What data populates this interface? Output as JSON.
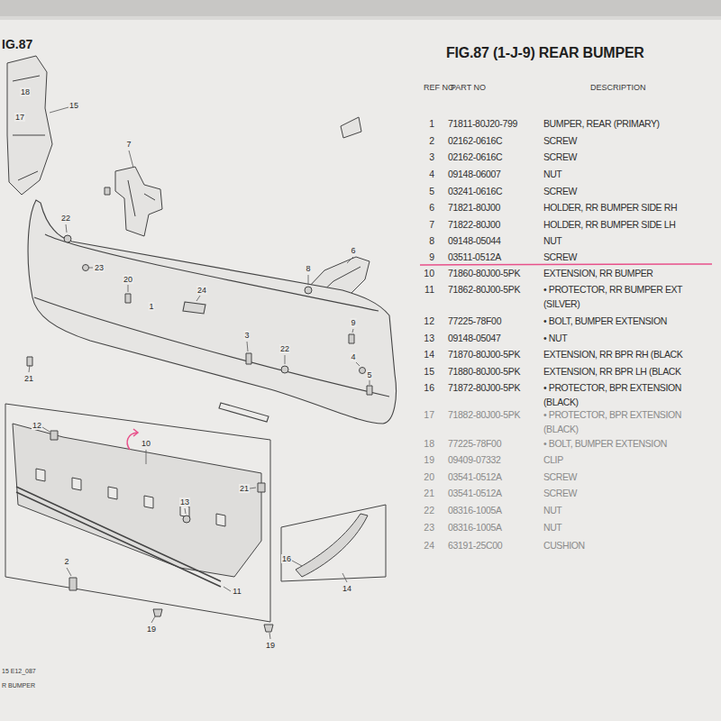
{
  "diagram": {
    "title": "FIG.87 (1-J-9) REAR BUMPER",
    "labels": [
      "IG.87",
      "REF NO",
      "PART NO",
      "DESCRIPTION",
      "1",
      "71811-80J20-799",
      "BUMPER, REAR (PRIMARY)",
      "2",
      "02162-0616C",
      "SCREW",
      "3",
      "02162-0616C",
      "SCREW",
      "4",
      "09148-06007",
      "NUT",
      "5",
      "03241-0616C",
      "SCREW",
      "6",
      "71821-80J00",
      "HOLDER, RR BUMPER SIDE RH",
      "7",
      "71822-80J00",
      "HOLDER, RR BUMPER SIDE LH",
      "8",
      "09148-05044",
      "NUT",
      "9",
      "03511-0512A",
      "SCREW",
      "10",
      "71860-80J00-5PK",
      "EXTENSION, RR BUMPER",
      "11",
      "71862-80J00-5PK",
      "• PROTECTOR, RR BUMPER EXT (SILVER)",
      "12",
      "77225-78F00",
      "• BOLT, BUMPER EXTENSION",
      "13",
      "09148-05047",
      "• NUT",
      "14",
      "71870-80J00-5PK",
      "EXTENSION, RR BPR RH (BLACK",
      "15",
      "71880-80J00-5PK",
      "EXTENSION, RR BPR LH (BLACK",
      "16",
      "71872-80J00-5PK",
      "• PROTECTOR, BPR EXTENSION (BLACK)",
      "17",
      "71882-80J00-5PK",
      "• PROTECTOR, BPR EXTENSION (BLACK)",
      "18",
      "77225-78F00",
      "• BOLT, BUMPER EXTENSION",
      "19",
      "09409-07332",
      "CLIP",
      "20",
      "03541-0512A",
      "SCREW",
      "21",
      "03541-0512A",
      "SCREW",
      "22",
      "08316-1005A",
      "NUT",
      "23",
      "08316-1005A",
      "NUT",
      "24",
      "63191-25C00",
      "CUSHION",
      "18",
      "17",
      "15",
      "7",
      "22",
      "23",
      "20",
      "1",
      "24",
      "8",
      "6",
      "9",
      "3",
      "22",
      "4",
      "5",
      "21",
      "12",
      "10",
      "13",
      "2",
      "11",
      "19",
      "19",
      "21",
      "16",
      "14",
      "15 E12_087",
      "R BUMPER"
    ]
  }
}
